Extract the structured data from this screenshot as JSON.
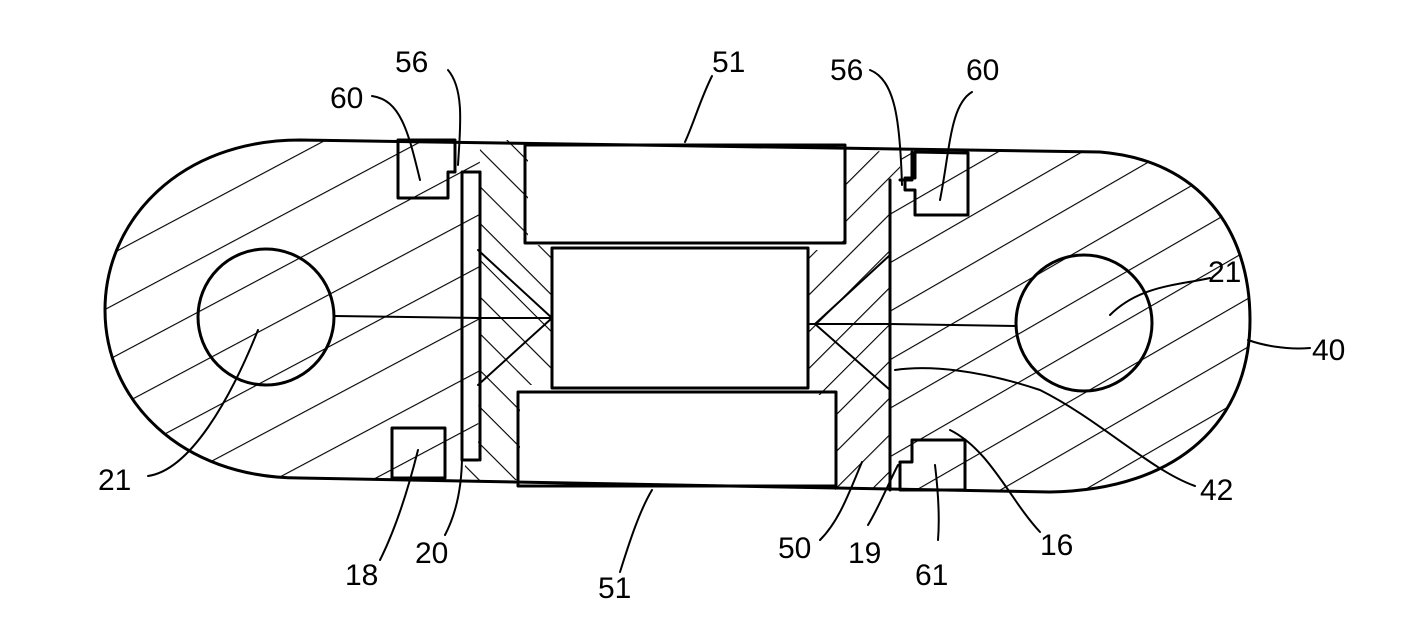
{
  "figure": {
    "labels": {
      "l_60_left": "60",
      "l_56_left": "56",
      "l_51_top": "51",
      "l_56_right": "56",
      "l_60_right": "60",
      "l_21_right": "21",
      "l_40": "40",
      "l_21_left": "21",
      "l_42": "42",
      "l_16": "16",
      "l_18": "18",
      "l_20": "20",
      "l_51_bottom": "51",
      "l_50": "50",
      "l_19": "19",
      "l_61": "61"
    }
  }
}
